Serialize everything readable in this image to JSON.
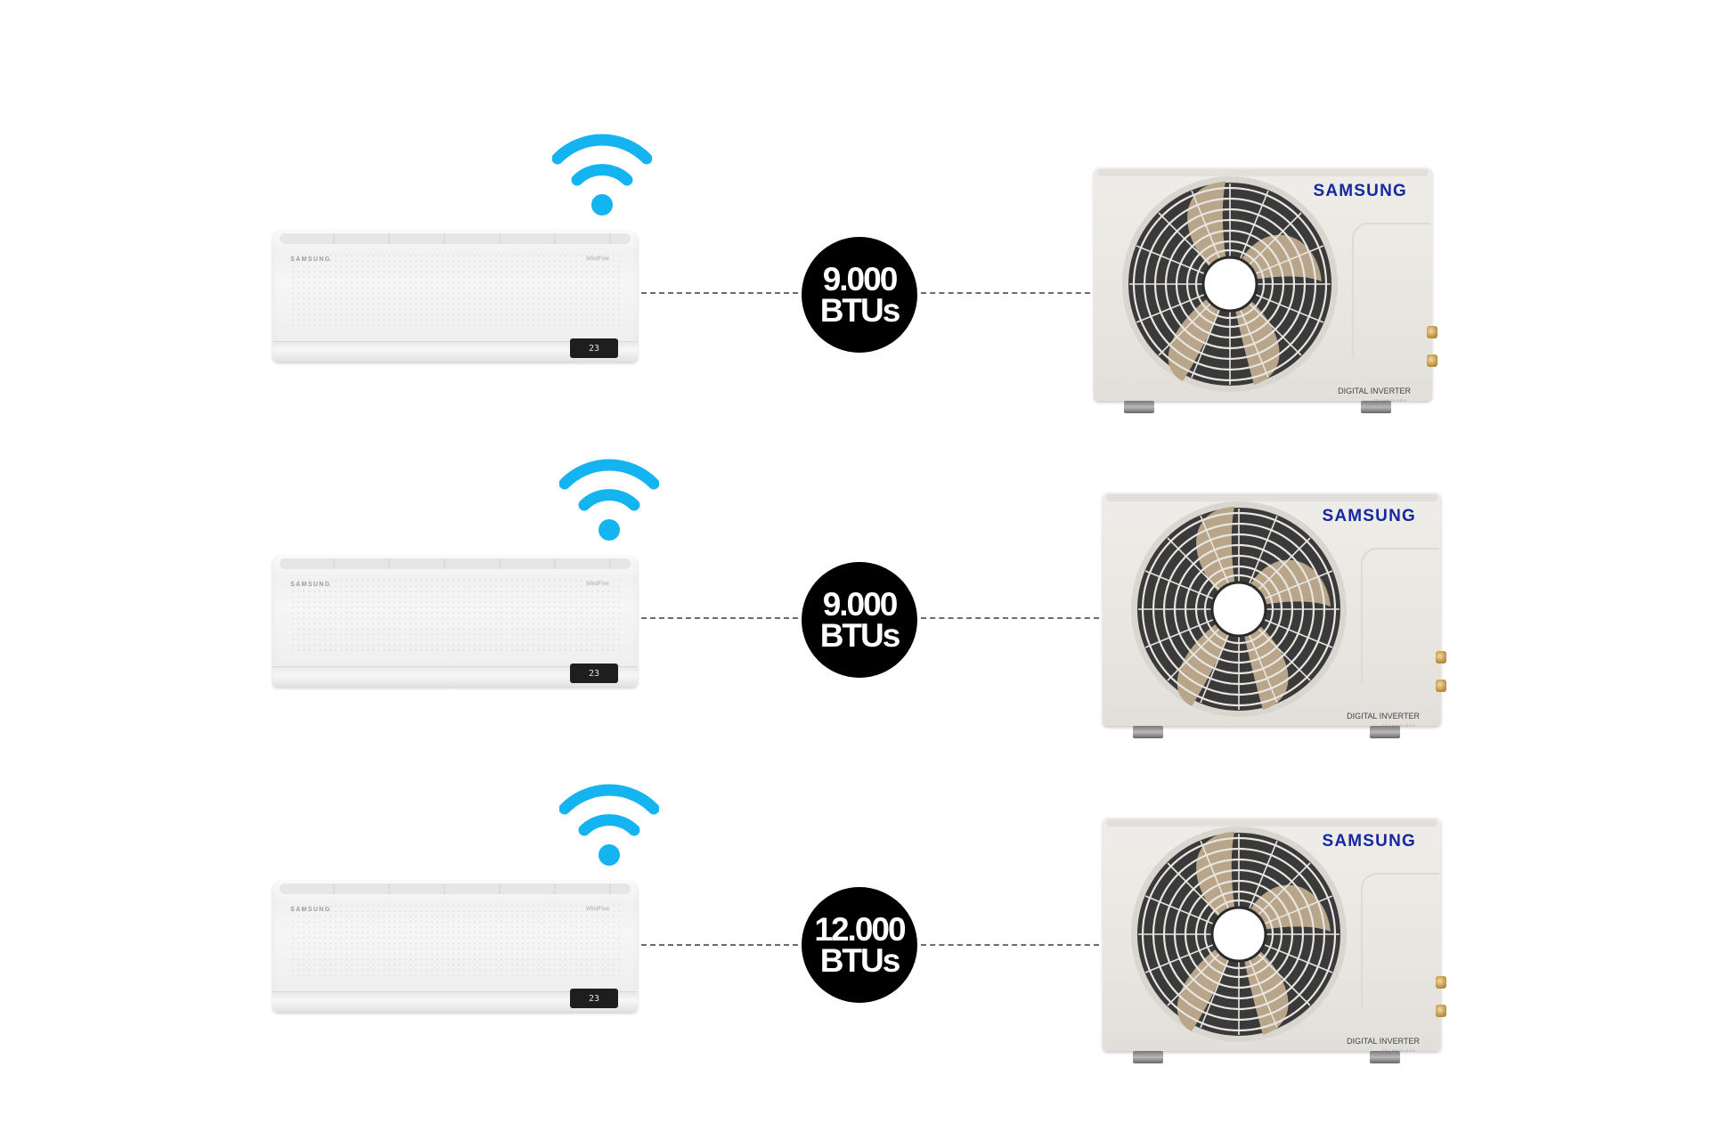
{
  "units": [
    {
      "indoor": {
        "brand": "SAMSUNG",
        "tag": "WindFree",
        "display": "23"
      },
      "badge": {
        "line1": "9.000",
        "line2": "BTUs"
      },
      "outdoor": {
        "brand": "SAMSUNG",
        "label": "DIGITAL INVERTER",
        "sublabel": "TECHNOLOGY"
      }
    },
    {
      "indoor": {
        "brand": "SAMSUNG",
        "tag": "WindFree",
        "display": "23"
      },
      "badge": {
        "line1": "9.000",
        "line2": "BTUs"
      },
      "outdoor": {
        "brand": "SAMSUNG",
        "label": "DIGITAL INVERTER",
        "sublabel": "TECHNOLOGY"
      }
    },
    {
      "indoor": {
        "brand": "SAMSUNG",
        "tag": "WindFree",
        "display": "23"
      },
      "badge": {
        "line1": "12.000",
        "line2": "BTUs"
      },
      "outdoor": {
        "brand": "SAMSUNG",
        "label": "DIGITAL INVERTER",
        "sublabel": "TECHNOLOGY"
      }
    }
  ],
  "colors": {
    "wifi": "#14b4f0",
    "badge": "#000000",
    "brand_blue": "#1428a0",
    "fan_blade": "#b8a58a",
    "fan_guard": "#2a2a2a"
  },
  "icons": {
    "wifi": "wifi-icon",
    "fan": "fan-guard-icon"
  }
}
